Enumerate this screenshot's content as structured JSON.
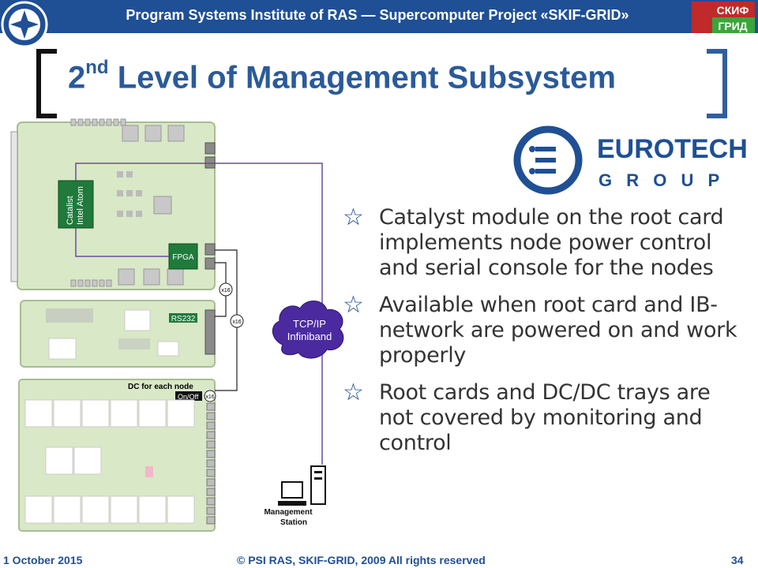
{
  "header": {
    "title": "Program Systems Institute of RAS — Supercomputer Project «SKIF-GRID»",
    "logo_right_top": "СКИФ",
    "logo_right_bottom": "ГРИД"
  },
  "slide": {
    "title_prefix": "2",
    "title_sup": "nd",
    "title_rest": " Level of Management Subsystem"
  },
  "logo": {
    "word1": "EUROTECH",
    "word2": "G R O U P"
  },
  "diagram": {
    "catalist_line1": "Catalist",
    "catalist_line2": "Intel Atom",
    "fpga": "FPGA",
    "rs232": "RS232",
    "dc_label": "DC for each node",
    "onoff": "On/Off",
    "x16_a": "x16",
    "x16_b": "x16",
    "x16_c": "x16",
    "cloud_line1": "TCP/IP",
    "cloud_line2": "Infiniband",
    "station_line1": "Management",
    "station_line2": "Station"
  },
  "bullets": [
    {
      "text": "Catalyst module on the root card implements node power control and serial console for the nodes"
    },
    {
      "text": "Available when root card and IB-network are powered on and work properly"
    },
    {
      "text": "Root cards and DC/DC trays are  not covered by monitoring and control"
    }
  ],
  "footer": {
    "date": "1 October 2015",
    "copyright": "© PSI RAS, SKIF-GRID, 2009 All rights reserved",
    "page": "34"
  },
  "colors": {
    "header_bg": "#1f4f95",
    "title": "#2a5a9a",
    "board_green": "#d9e8c6",
    "module_green": "#1f7a3c",
    "wire_purple": "#6a4aa0",
    "cloud_purple": "#4b2aa0"
  }
}
